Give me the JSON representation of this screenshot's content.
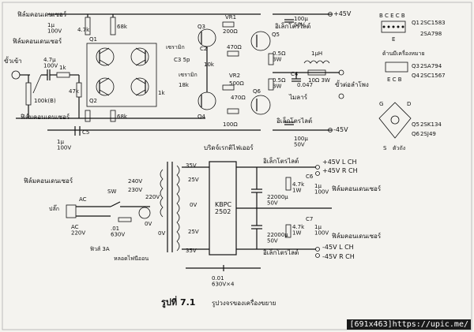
{
  "caption": {
    "number": "รูปที่ 7.1",
    "text": "รูปวงจรของเครื่องขยาย"
  },
  "watermark": "[691x463]https://upic.me/",
  "top": {
    "film_cap_1": "ฟิล์มคอนเดนเซอร์",
    "c1_spec": "1μ\n100V",
    "film_cap_2": "ฟิล์มคอนเดนเซอร์",
    "c2_spec": "4.7μ\n100V",
    "input_label": "ขั้วเข้า",
    "pot_label": "100k(B)",
    "r_1k": "1k",
    "r_47k": "47k",
    "r_47k_b": "4.7k",
    "r_68k": "68k",
    "r_68k_b": "68k",
    "q1": "Q1",
    "q2": "Q2",
    "ceramic_1": "เซรามิก",
    "ceramic_2": "เซรามิก",
    "c3": "C3 5p",
    "c2p": "C2",
    "r_10k": "10k",
    "r_1k_b": "1k",
    "r_18k": "18k",
    "vr1": "VR1",
    "vr1_val": "200Ω",
    "vr2": "VR2",
    "vr2_val": "500Ω",
    "r_470a": "470Ω",
    "r_470b": "470Ω",
    "r_100": "100Ω",
    "q3": "Q3",
    "q4": "Q4",
    "q5": "Q5",
    "q6": "Q6",
    "r05a": "0.5Ω\n3W",
    "r05b": "0.5Ω\n3W",
    "mylar": "ไมลาร์",
    "c4": "C4",
    "c4_val": "0.047",
    "l1": "1μH",
    "r10": "10Ω 3W",
    "spk_out": "ขั้วต่อลำโพง",
    "elec_1": "อิเล็กโตรไลต์",
    "elec_1_val": "100μ\n50V",
    "elec_2": "อิเล็กโตรไลต์",
    "elec_2_val": "100μ\n50V",
    "plus45": "+45V",
    "minus45": "-45V",
    "film_cap_3": "ฟิล์มคอนเดนเซอร์",
    "c5": "C5",
    "c5_spec": "1μ\n100V"
  },
  "pinout": {
    "bcbce": "B C  E  C  B",
    "e_pin": "E",
    "q1_part": "Q1",
    "q1_code": "2SC1583",
    "q2_code": "2SA798",
    "view_label": "ด้านมีเครื่องหมาย",
    "ecb": "E  C  B",
    "q3_code": "2SA794",
    "q4_code": "2SC1567",
    "g": "G",
    "d": "D",
    "s": "S",
    "case_label": "ตัวถัง",
    "q5_code": "2SK134",
    "q6_code": "2SJ49",
    "q3_lbl": "Q3",
    "q4_lbl": "Q4",
    "q5_lbl": "Q5",
    "q6_lbl": "Q6"
  },
  "psu": {
    "film_cap": "ฟิล์มคอนเดนเซอร์",
    "plug": "ปลั๊ก",
    "ac": "AC",
    "ac_v": "AC\n220V",
    "sw": "SW",
    "c01": ".01\n630V",
    "fuse": "ฟิวส์ 3A",
    "neon": "หลอดไฟนีออน",
    "v240": "240V",
    "v230": "230V",
    "v220": "220V",
    "v0": "0V",
    "v0b": "0V",
    "v35a": "35V",
    "v25a": "25V",
    "v0c": "0V",
    "v25b": "25V",
    "v35b": "35V",
    "bridge": "บริดจ์เรกติไฟเออร์",
    "kbpc": "KBPC\n2502",
    "elec_a": "อิเล็กโตรไลต์",
    "elec_b": "อิเล็กโตรไลต์",
    "cap_a": "22000μ\n50V",
    "cap_b": "22000μ\n50V",
    "r47a": "4.7k\n1W",
    "r47b": "4.7k\n1W",
    "c6": "C6",
    "c6_spec": "1μ\n100V",
    "c7": "C7",
    "c7_spec": "1μ\n100V",
    "film_a": "ฟิล์มคอนเดนเซอร์",
    "film_b": "ฟิล์มคอนเดนเซอร์",
    "out1": "+45V L CH",
    "out2": "+45V R CH",
    "out3": "-45V L CH",
    "out4": "-45V R CH",
    "bottom_cap": "0.01\n630V×4"
  }
}
